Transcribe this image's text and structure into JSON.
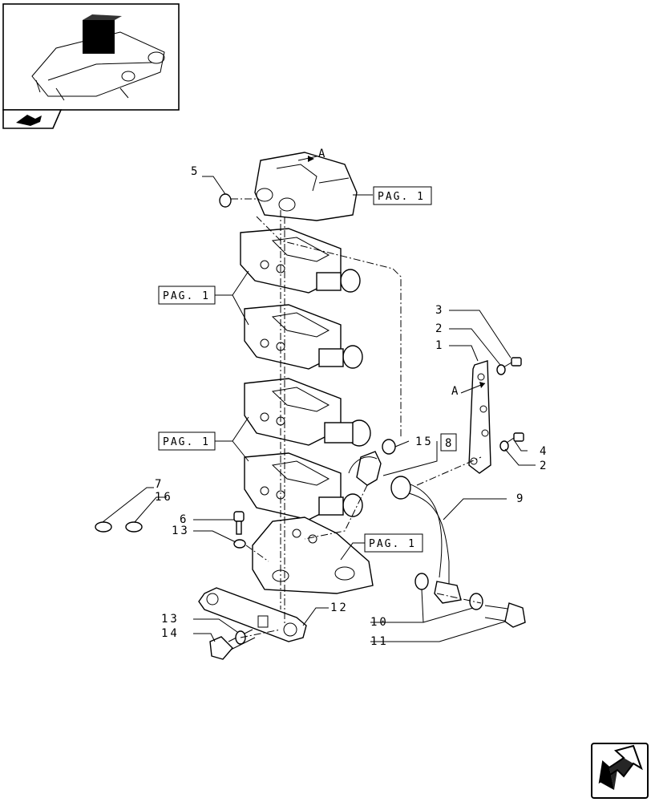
{
  "callouts": {
    "c1": "1",
    "c2a": "2",
    "c2b": "2",
    "c3": "3",
    "c4": "4",
    "c5": "5",
    "c6": "6",
    "c7": "7",
    "c8": "8",
    "c9": "9",
    "c10": "10",
    "c11": "11",
    "c12": "12",
    "c13a": "13",
    "c13b": "13",
    "c14": "14",
    "c15": "15",
    "c16": "16"
  },
  "refs": {
    "pag1": "PAG. 1",
    "pag2": "PAG. 1",
    "pag3": "PAG. 1",
    "pag4": "PAG. 1"
  },
  "view_markers": {
    "a_top": "A",
    "a_right": "A"
  },
  "icons": {
    "thumbnail": "tractor-rear-hitch-thumbnail",
    "nav_tag": "view-direction-arrow-icon",
    "next": "next-page-arrow-icon"
  }
}
